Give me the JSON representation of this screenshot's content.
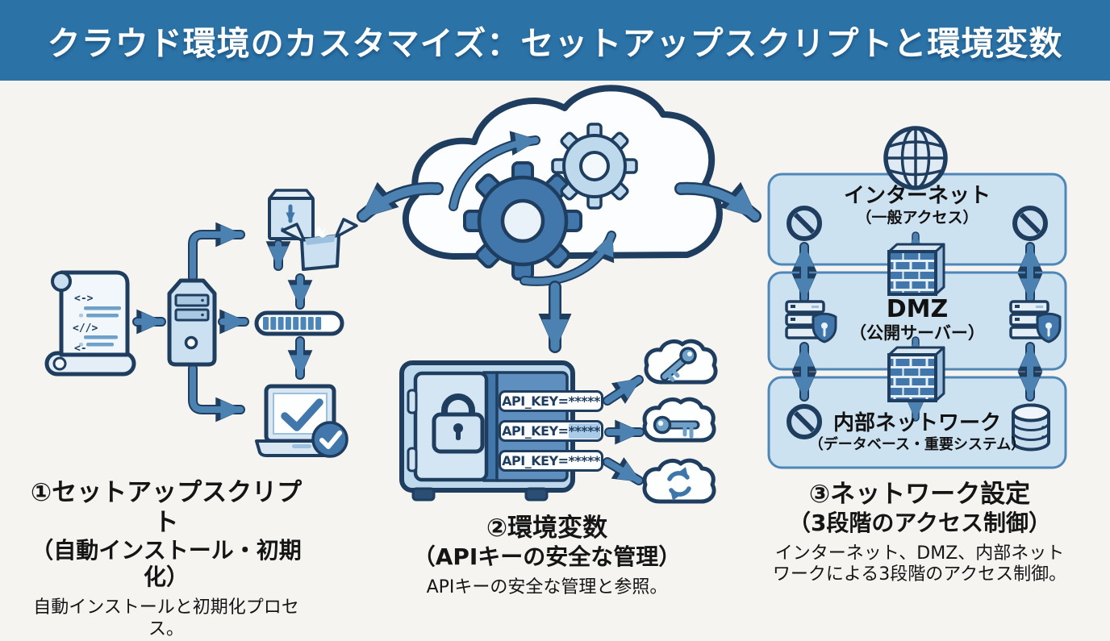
{
  "title": "クラウド環境のカスタマイズ：セットアップスクリプトと環境変数",
  "colors": {
    "banner": "#2B72A7",
    "background": "#F5F4F1",
    "outline_navy": "#1E3D5F",
    "mid_blue": "#4C82B2",
    "icon_blue": "#4177AA",
    "light_blue": "#C9DFF0",
    "zone_fill": "#CDE2F1",
    "zone_border": "#4E86B8",
    "text": "#151515"
  },
  "center_icon": "cloud-with-gears",
  "sections": {
    "setup": {
      "heading": "①セットアップスクリプト",
      "subheading": "（自動インストール・初期化）",
      "description": "自動インストールと初期化プロセス。",
      "script_icon_glyphs": [
        "<->",
        "<//>",
        "<-"
      ],
      "icons": [
        "script-scroll",
        "server-tower",
        "package-boxes",
        "progress-bar",
        "laptop-check"
      ]
    },
    "env": {
      "heading": "②環境変数",
      "subheading": "（APIキーの安全な管理）",
      "description": "APIキーの安全な管理と参照。",
      "vault_labels": [
        {
          "prefix": "API_KEY=",
          "stars": "*****"
        },
        {
          "prefix": "API_KEY=",
          "stars": "*****"
        },
        {
          "prefix": "API_KEY=",
          "stars": "*****"
        }
      ],
      "icons": [
        "safe-vault",
        "padlock",
        "cloud-key",
        "cloud-key",
        "cloud-sync"
      ]
    },
    "network": {
      "heading": "③ネットワーク設定",
      "subheading": "（3段階のアクセス制御）",
      "description": "インターネット、DMZ、内部ネット\nワークによる3段階のアクセス制御。",
      "zones": [
        {
          "name": "インターネット",
          "sub": "（一般アクセス）"
        },
        {
          "name": "DMZ",
          "sub": "（公開サーバー）"
        },
        {
          "name": "内部ネットワーク",
          "sub": "（データベース・重要システム）"
        }
      ],
      "icons": [
        "globe",
        "no-entry",
        "firewall",
        "server-shield",
        "database"
      ]
    }
  }
}
